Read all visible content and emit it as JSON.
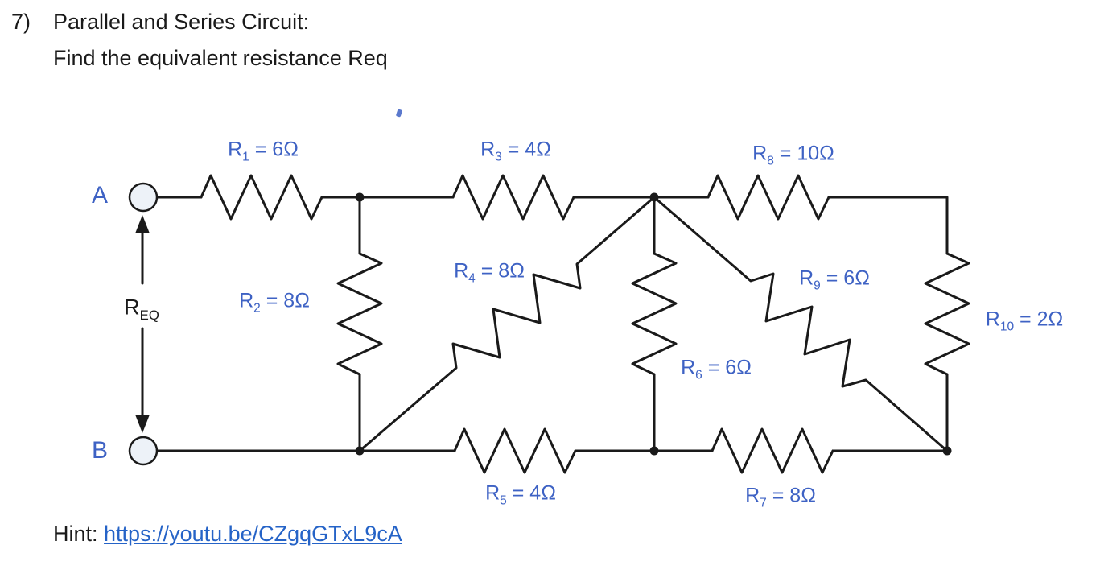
{
  "problem": {
    "number": "7)",
    "title": "Parallel and Series Circuit:",
    "subtitle": "Find the equivalent resistance Req"
  },
  "hint": {
    "label": "Hint: ",
    "link": "https://youtu.be/CZgqGTxL9cA"
  },
  "circuit": {
    "terminals": [
      {
        "label": "A"
      },
      {
        "label": "B"
      }
    ],
    "req_label": {
      "base": "R",
      "sub": "EQ"
    },
    "resistors": [
      {
        "name": "R1",
        "base": "R",
        "sub": "1",
        "value": " = 6Ω"
      },
      {
        "name": "R2",
        "base": "R",
        "sub": "2",
        "value": " = 8Ω"
      },
      {
        "name": "R3",
        "base": "R",
        "sub": "3",
        "value": " = 4Ω"
      },
      {
        "name": "R4",
        "base": "R",
        "sub": "4",
        "value": " = 8Ω"
      },
      {
        "name": "R5",
        "base": "R",
        "sub": "5",
        "value": " = 4Ω"
      },
      {
        "name": "R6",
        "base": "R",
        "sub": "6",
        "value": " = 6Ω"
      },
      {
        "name": "R7",
        "base": "R",
        "sub": "7",
        "value": " = 8Ω"
      },
      {
        "name": "R8",
        "base": "R",
        "sub": "8",
        "value": " = 10Ω"
      },
      {
        "name": "R9",
        "base": "R",
        "sub": "9",
        "value": " = 6Ω"
      },
      {
        "name": "R10",
        "base": "R",
        "sub": "10",
        "value": " = 2Ω"
      }
    ]
  },
  "colors": {
    "label_blue": "#3E62C4",
    "link_blue": "#2563C7",
    "ink": "#1A1A1A",
    "wire": "#1A1A1A",
    "terminal_fill": "#EDF2F8"
  }
}
